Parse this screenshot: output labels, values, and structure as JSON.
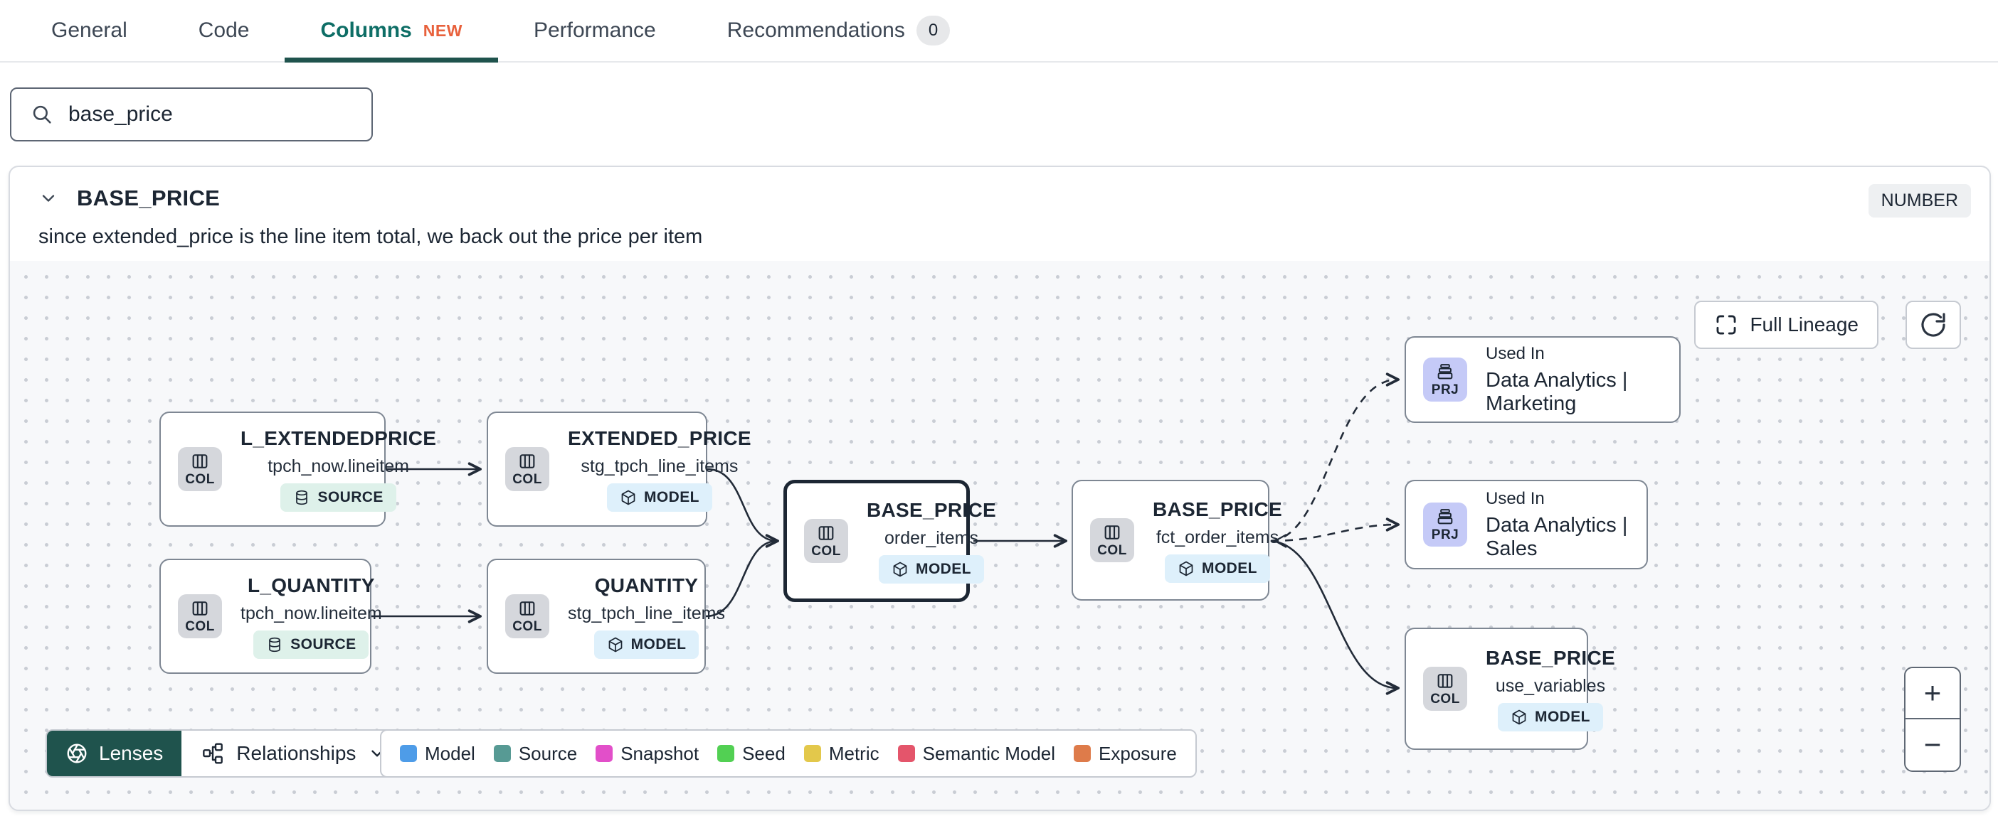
{
  "tabs": {
    "items": [
      {
        "label": "General"
      },
      {
        "label": "Code"
      },
      {
        "label": "Columns",
        "tag": "NEW"
      },
      {
        "label": "Performance"
      },
      {
        "label": "Recommendations",
        "count": "0"
      }
    ]
  },
  "search": {
    "value": "base_price"
  },
  "column_panel": {
    "name": "BASE_PRICE",
    "type_badge": "NUMBER",
    "description": "since extended_price is the line item total, we back out the price per item"
  },
  "lineage": {
    "controls": {
      "full_lineage": "Full Lineage",
      "zoom_in": "+",
      "zoom_out": "−"
    },
    "toolbar": {
      "lenses": "Lenses",
      "relationships": "Relationships"
    },
    "legend": [
      {
        "label": "Model",
        "color": "#4e9ce8"
      },
      {
        "label": "Source",
        "color": "#579a94"
      },
      {
        "label": "Snapshot",
        "color": "#e24fc9"
      },
      {
        "label": "Seed",
        "color": "#52d053"
      },
      {
        "label": "Metric",
        "color": "#e3c84b"
      },
      {
        "label": "Semantic Model",
        "color": "#e4556b"
      },
      {
        "label": "Exposure",
        "color": "#de7b4a"
      }
    ],
    "nodes": [
      {
        "chip": "COL",
        "title": "L_EXTENDEDPRICE",
        "subtitle": "tpch_now.lineitem",
        "badge": "SOURCE"
      },
      {
        "chip": "COL",
        "title": "EXTENDED_PRICE",
        "subtitle": "stg_tpch_line_items",
        "badge": "MODEL"
      },
      {
        "chip": "COL",
        "title": "L_QUANTITY",
        "subtitle": "tpch_now.lineitem",
        "badge": "SOURCE"
      },
      {
        "chip": "COL",
        "title": "QUANTITY",
        "subtitle": "stg_tpch_line_items",
        "badge": "MODEL"
      },
      {
        "chip": "COL",
        "title": "BASE_PRICE",
        "subtitle": "order_items",
        "badge": "MODEL"
      },
      {
        "chip": "COL",
        "title": "BASE_PRICE",
        "subtitle": "fct_order_items",
        "badge": "MODEL"
      },
      {
        "chip": "PRJ",
        "label": "Used In",
        "name": "Data Analytics | Marketing"
      },
      {
        "chip": "PRJ",
        "label": "Used In",
        "name": "Data Analytics | Sales"
      },
      {
        "chip": "COL",
        "title": "BASE_PRICE",
        "subtitle": "use_variables",
        "badge": "MODEL"
      }
    ]
  }
}
